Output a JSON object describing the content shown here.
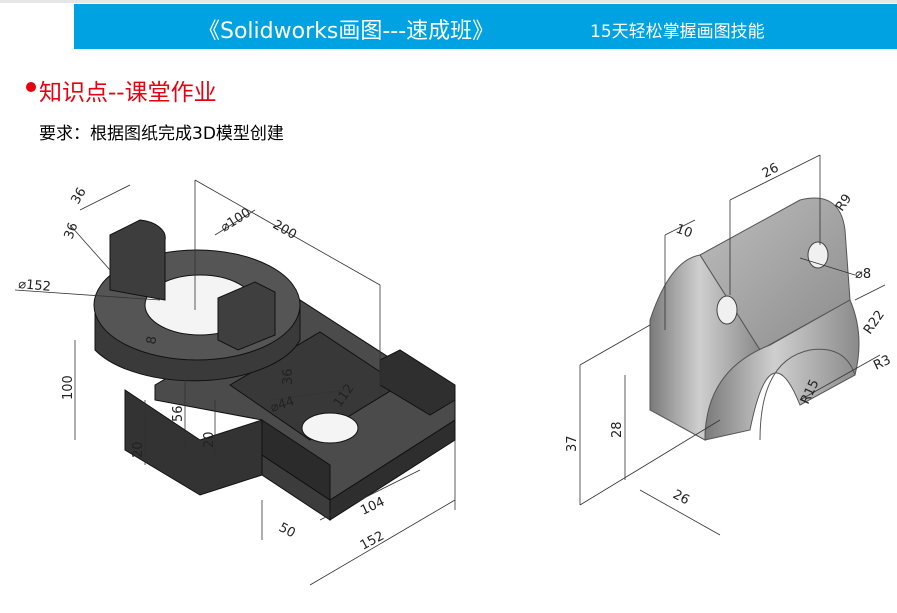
{
  "banner": {
    "title": "《Solidworks画图---速成班》",
    "subtitle": "15天轻松掌握画图技能"
  },
  "section": {
    "heading": "知识点--课堂作业",
    "requirement": "要求：根据图纸完成3D模型创建"
  },
  "colors": {
    "banner": "#00a2e2",
    "heading": "#e60012",
    "part_dark": "#4b4b4b"
  },
  "left_drawing": {
    "dimensions": {
      "d36a": "36",
      "d36b": "36",
      "dia100": "⌀100",
      "d200": "200",
      "dia152": "⌀152",
      "d8": "8",
      "d100": "100",
      "d56": "56",
      "d36c": "36",
      "dia44": "⌀44",
      "d112": "112",
      "d20a": "20",
      "d20b": "20",
      "d104": "104",
      "d50": "50",
      "d152": "152"
    }
  },
  "right_drawing": {
    "dimensions": {
      "d26a": "26",
      "r9": "R9",
      "d10": "10",
      "dia8": "⌀8",
      "r22": "R22",
      "r3": "R3",
      "r15": "R15",
      "d37": "37",
      "d28": "28",
      "d26b": "26"
    }
  }
}
